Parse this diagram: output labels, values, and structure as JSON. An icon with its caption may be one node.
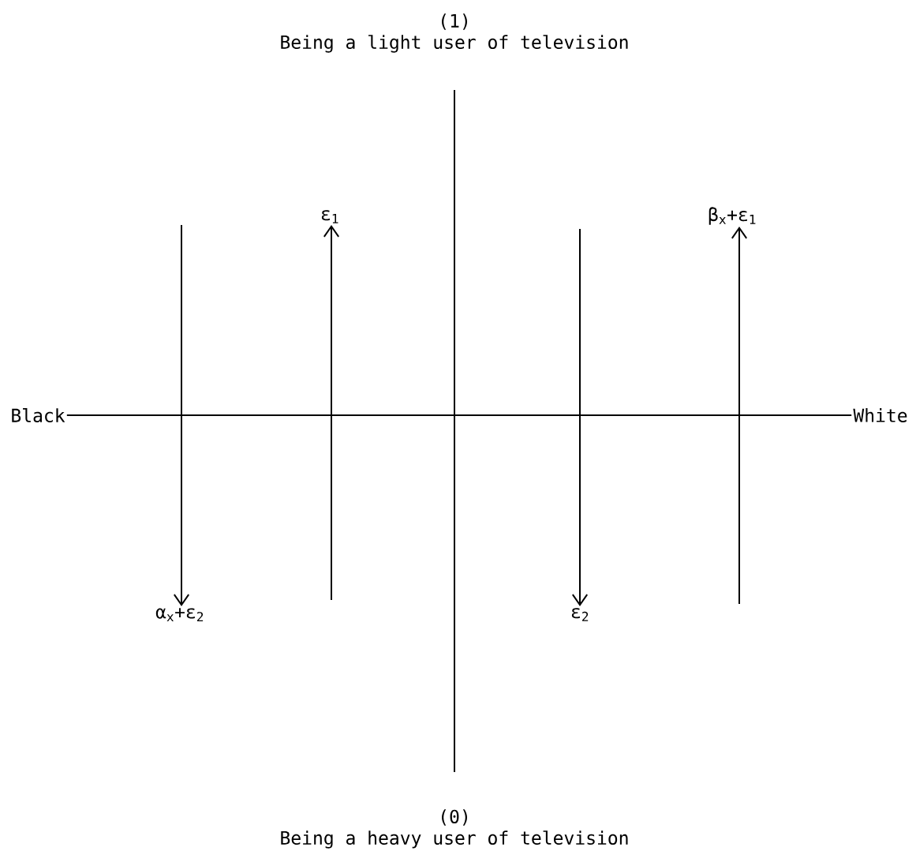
{
  "diagram": {
    "nodes": [
      {
        "text": [
          "(1)",
          "Being a light user of television"
        ]
      },
      {
        "text": [
          "Black"
        ]
      },
      {
        "text": [
          "White"
        ]
      },
      {
        "text": [
          "(0)",
          "Being a heavy user of television"
        ]
      },
      {
        "text": [
          "α$_{x}$+ε$_{2}$"
        ]
      },
      {
        "text": [
          "ε$_{1}$"
        ]
      },
      {
        "text": [
          "ε$_{2}$"
        ]
      },
      {
        "text": [
          "β$_{x}$+ε$_{1}$"
        ]
      }
    ],
    "edges": [
      {
        "from": 1,
        "to": 2,
        "arrow": "none"
      },
      {
        "from": 0,
        "to": 3,
        "arrow": "none"
      },
      {
        "from": null,
        "to": 4,
        "arrow": "to"
      },
      {
        "from": null,
        "to": 5,
        "arrow": "to"
      },
      {
        "from": null,
        "to": 6,
        "arrow": "to"
      },
      {
        "from": null,
        "to": 7,
        "arrow": "to"
      }
    ]
  }
}
